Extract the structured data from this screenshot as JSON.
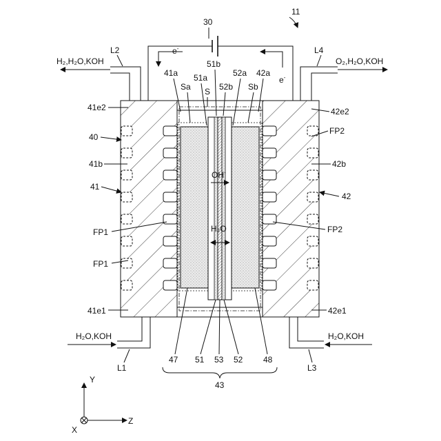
{
  "labels": {
    "fig_ref": "11",
    "power": "30",
    "e_left": "e",
    "e_right": "e",
    "L1": "L1",
    "L2": "L2",
    "L3": "L3",
    "L4": "L4",
    "out_left": "H₂,H₂O,KOH",
    "out_right": "O₂,H₂O,KOH",
    "in_left": "H₂O,KOH",
    "in_right": "H₂O,KOH",
    "41e2": "41e2",
    "42e2": "42e2",
    "41e1": "41e1",
    "42e1": "42e1",
    "40": "40",
    "41b": "41b",
    "42b": "42b",
    "41": "41",
    "42": "42",
    "FP1_a": "FP1",
    "FP1_b": "FP1",
    "FP2_a": "FP2",
    "FP2_b": "FP2",
    "41a": "41a",
    "42a": "42a",
    "51a": "51a",
    "52a": "52a",
    "51b": "51b",
    "52b": "52b",
    "Sa": "Sa",
    "Sb": "Sb",
    "S": "S",
    "OH": "OH",
    "H2O": "H₂O",
    "47": "47",
    "51": "51",
    "53": "53",
    "52": "52",
    "48": "48",
    "43": "43",
    "axis_y": "Y",
    "axis_z": "Z",
    "axis_x": "X"
  }
}
